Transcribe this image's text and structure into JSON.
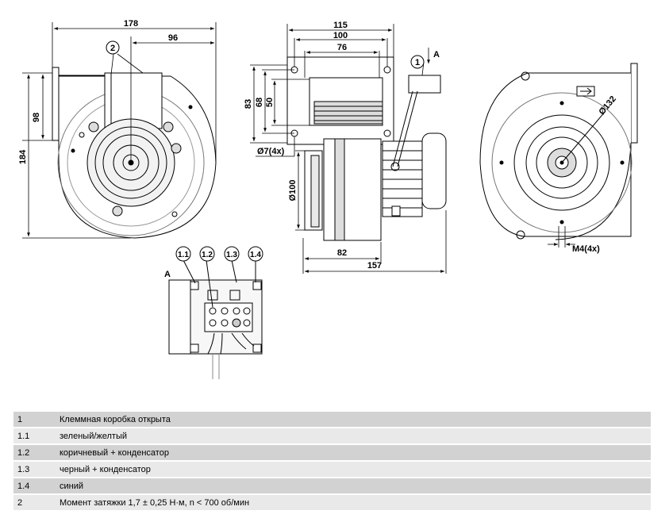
{
  "dimensions": {
    "front_width": "178",
    "front_offset": "96",
    "front_height_total": "184",
    "front_height_flange": "98",
    "side_width_115": "115",
    "side_width_100": "100",
    "side_width_76": "76",
    "side_height_83": "83",
    "side_height_68": "68",
    "side_height_50": "50",
    "hole_dia": "Ø7(4x)",
    "inlet_dia": "Ø100",
    "motor_depth": "82",
    "total_depth": "157",
    "outlet_dia": "Ø132",
    "thread": "M4(4x)"
  },
  "callouts": {
    "torque": "2",
    "terminal_box": "1",
    "view_a": "A",
    "view_a_label": "A",
    "t11": "1.1",
    "t12": "1.2",
    "t13": "1.3",
    "t14": "1.4"
  },
  "legend": [
    {
      "num": "1",
      "text": "Клеммная коробка открыта"
    },
    {
      "num": "1.1",
      "text": "зеленый/желтый"
    },
    {
      "num": "1.2",
      "text": "коричневый + конденсатор"
    },
    {
      "num": "1.3",
      "text": "черный + конденсатор"
    },
    {
      "num": "1.4",
      "text": "синий"
    },
    {
      "num": "2",
      "text": "Момент затяжки 1,7 ± 0,25 Н·м, n < 700 об/мин"
    }
  ]
}
